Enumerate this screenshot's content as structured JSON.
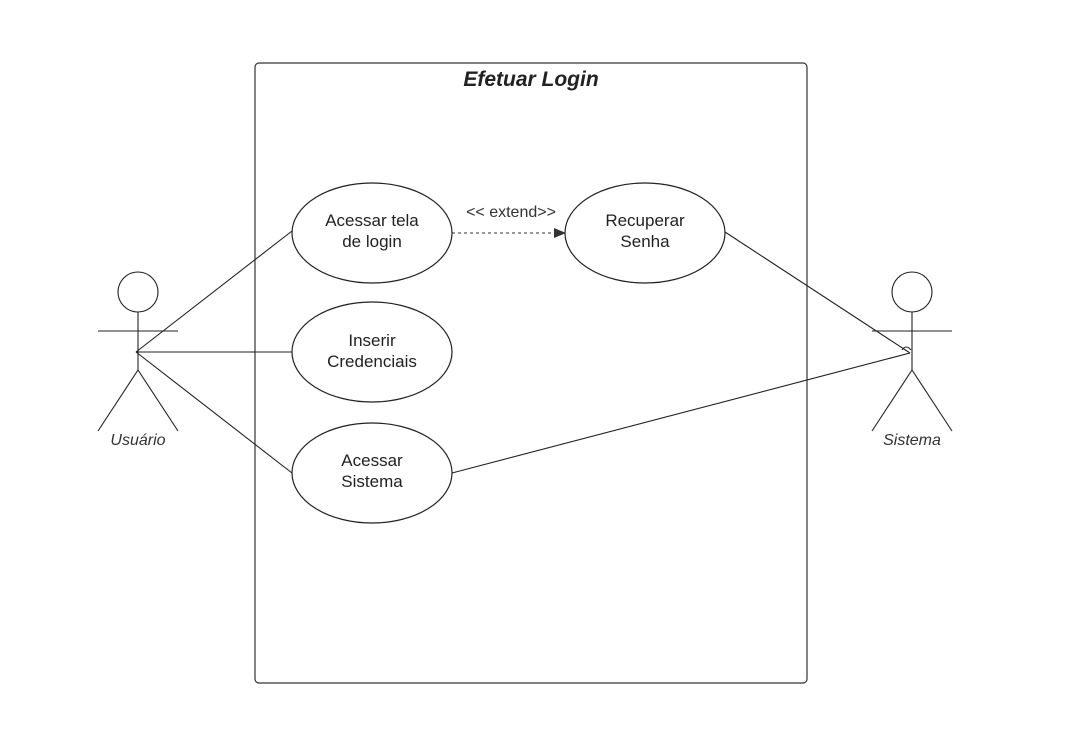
{
  "diagram": {
    "type": "use-case",
    "system_boundary": {
      "title": "Efetuar Login"
    },
    "actors": [
      {
        "id": "usuario",
        "label": "Usuário"
      },
      {
        "id": "sistema",
        "label": "Sistema"
      }
    ],
    "use_cases": [
      {
        "id": "acessar-tela",
        "lines": [
          "Acessar tela",
          "de login"
        ]
      },
      {
        "id": "recuperar-senha",
        "lines": [
          "Recuperar",
          "Senha"
        ]
      },
      {
        "id": "inserir-credenciais",
        "lines": [
          "Inserir",
          "Credenciais"
        ]
      },
      {
        "id": "acessar-sistema",
        "lines": [
          "Acessar",
          "Sistema"
        ]
      }
    ],
    "relations": [
      {
        "from": "usuario",
        "to": "acessar-tela",
        "kind": "association"
      },
      {
        "from": "usuario",
        "to": "inserir-credenciais",
        "kind": "association"
      },
      {
        "from": "usuario",
        "to": "acessar-sistema",
        "kind": "association"
      },
      {
        "from": "sistema",
        "to": "recuperar-senha",
        "kind": "association"
      },
      {
        "from": "sistema",
        "to": "acessar-sistema",
        "kind": "association"
      },
      {
        "from": "acessar-tela",
        "to": "recuperar-senha",
        "kind": "extend",
        "label": "<< extend>>"
      }
    ]
  }
}
